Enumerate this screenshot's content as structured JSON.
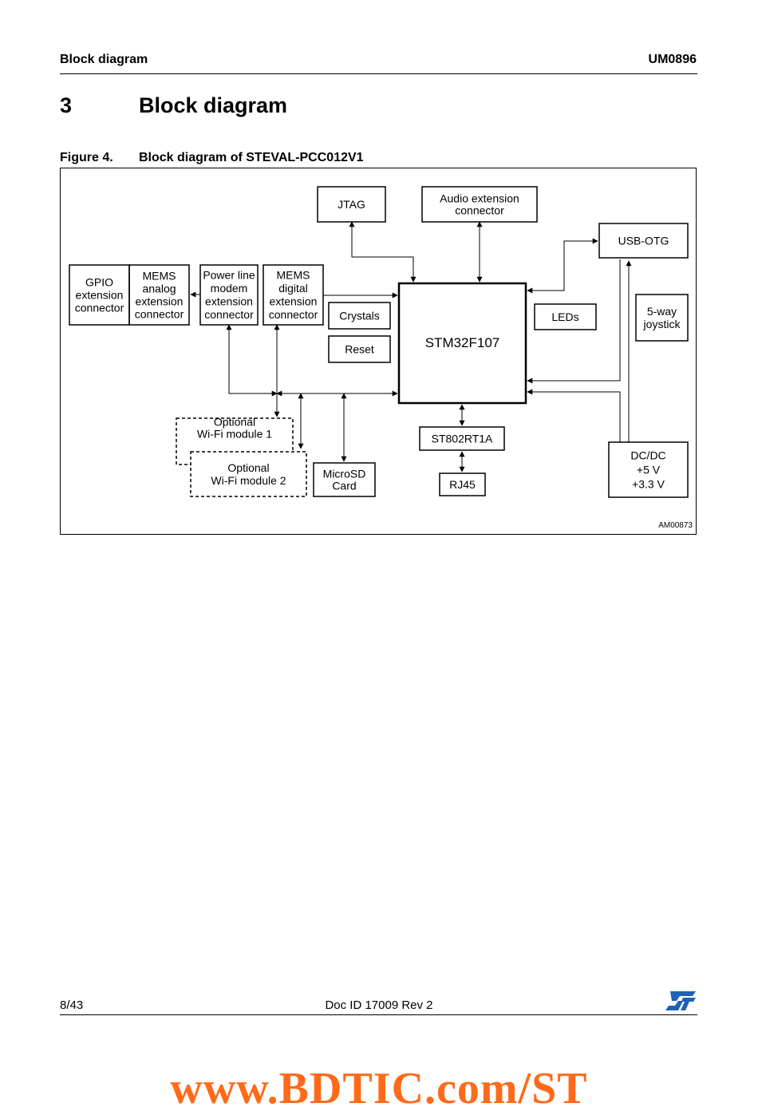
{
  "header": {
    "left": "Block diagram",
    "right": "UM0896"
  },
  "section": {
    "number": "3",
    "title": "Block diagram"
  },
  "figure": {
    "label": "Figure 4.",
    "caption": "Block diagram of STEVAL-PCC012V1",
    "id": "AM00873",
    "blocks": {
      "jtag": [
        "JTAG"
      ],
      "audio": [
        "Audio extension",
        "connector"
      ],
      "usb_otg": [
        "USB-OTG"
      ],
      "gpio": [
        "GPIO",
        "extension",
        "connector"
      ],
      "mems_analog": [
        "MEMS",
        "analog",
        "extension",
        "connector"
      ],
      "plm": [
        "Power line",
        "modem",
        "extension",
        "connector"
      ],
      "mems_digital": [
        "MEMS",
        "digital",
        "extension",
        "connector"
      ],
      "crystals": [
        "Crystals"
      ],
      "reset": [
        "Reset"
      ],
      "mcu": [
        "STM32F107"
      ],
      "leds": [
        "LEDs"
      ],
      "joystick": [
        "5-way",
        "joystick"
      ],
      "wifi1": [
        "Optional",
        "Wi-Fi module 1"
      ],
      "wifi2": [
        "Optional",
        "Wi-Fi module 2"
      ],
      "microsd": [
        "MicroSD",
        "Card"
      ],
      "st802": [
        "ST802RT1A"
      ],
      "rj45": [
        "RJ45"
      ],
      "dcdc": [
        "DC/DC",
        "+5 V",
        "+3.3 V"
      ]
    }
  },
  "footer": {
    "page": "8/43",
    "doc": "Doc ID 17009 Rev 2",
    "logo": "st-logo"
  },
  "watermark": "www.BDTIC.com/ST"
}
